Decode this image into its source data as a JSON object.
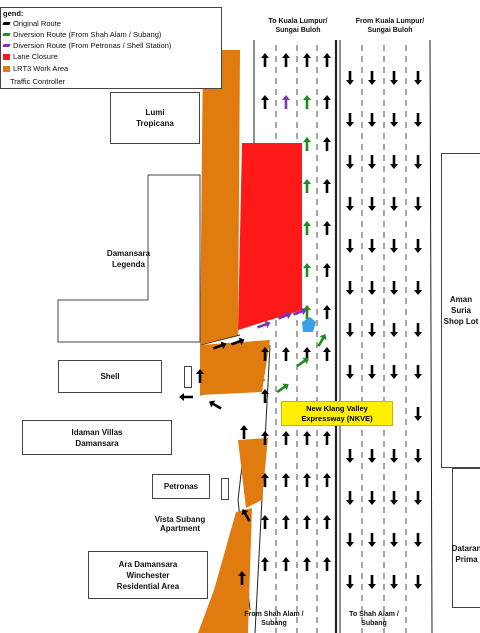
{
  "legend": {
    "title": "gend:",
    "items": [
      {
        "label": "Original Route",
        "color": "#000000",
        "kind": "arrow"
      },
      {
        "label": "Diversion Route (From Shah Alam / Subang)",
        "color": "#1e8c1e",
        "kind": "arrow"
      },
      {
        "label": "Diversion Route (From Petronas / Shell Station)",
        "color": "#7b35b5",
        "kind": "arrow"
      },
      {
        "label": "Lane Closure",
        "color": "#ff1a1a",
        "kind": "swatch"
      },
      {
        "label": "LRT3 Work Area",
        "color": "#e07b10",
        "kind": "swatch"
      },
      {
        "label": "Traffic Controller",
        "color": "#ffffff",
        "kind": "none"
      }
    ]
  },
  "buildings": {
    "lumi": "Lumi\nTropicana",
    "damansara_legenda": "Damansara\nLegenda",
    "shell": "Shell",
    "idaman": "Idaman Villas\nDamansara",
    "petronas": "Petronas",
    "vista": "Vista Subang\nApartment",
    "ara": "Ara Damansara\nWinchester\nResidential Area",
    "aman_suria": "Aman\nSuria\nShop Lot",
    "dataran": "Dataran\nPrima"
  },
  "directions": {
    "top_left": "To Kuala Lumpur/\nSungai Buloh",
    "top_right": "From Kuala Lumpur/\nSungai Buloh",
    "bottom_left": "From Shah Alam /\nSubang",
    "bottom_right": "To Shah Alam /\nSubang"
  },
  "highway_label": "New Klang Valley\nExpressway (NKVE)",
  "colors": {
    "lrt": "#e07b10",
    "closure": "#ff1a1a",
    "original": "#000000",
    "diversion_shah_alam": "#1e8c1e",
    "diversion_petronas": "#7b35b5",
    "controller": "#3aa0e8",
    "highway_label_bg": "#ffef00"
  },
  "icons": {
    "traffic_controller": "flag-icon"
  }
}
